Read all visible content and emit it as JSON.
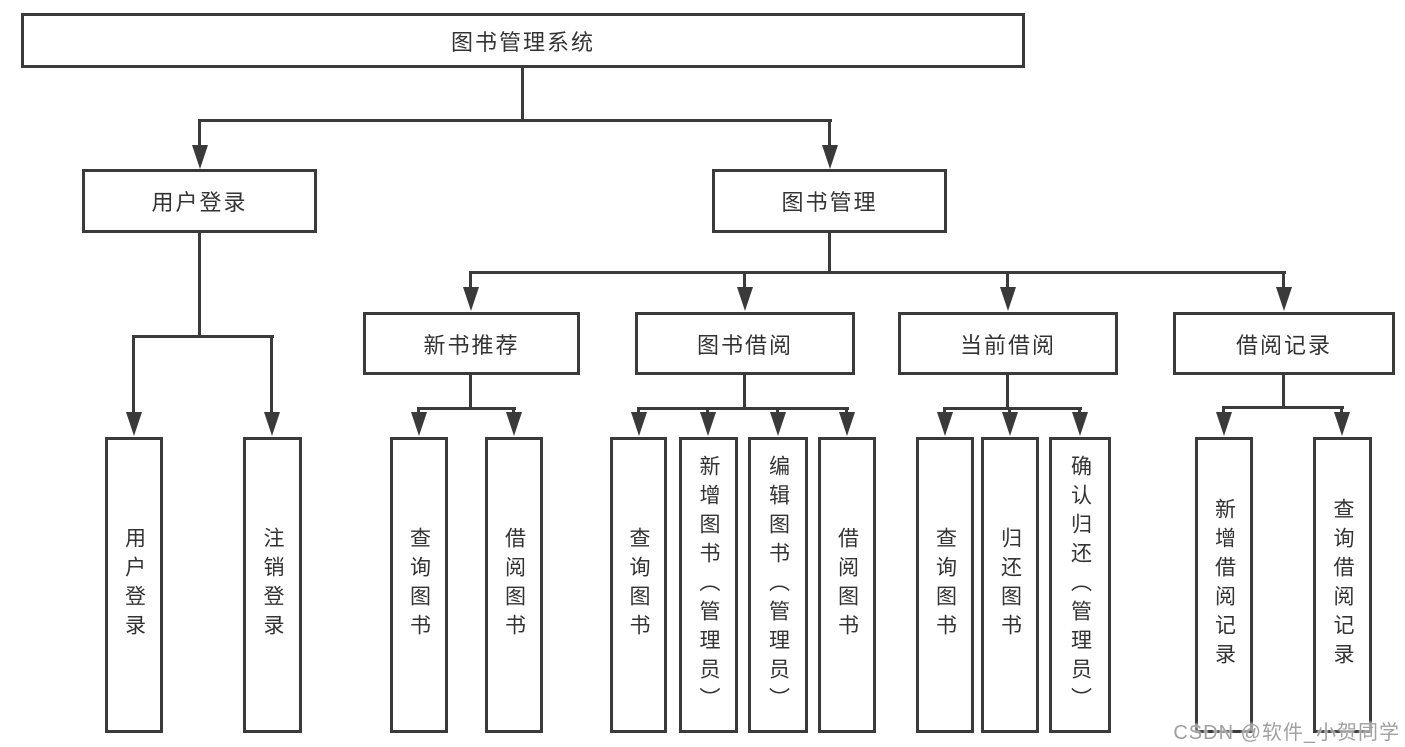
{
  "colors": {
    "line": "#3a3a3a",
    "text": "#333333",
    "box_bg": "#ffffff",
    "watermark": "#a0a0a0",
    "background": "#ffffff"
  },
  "nodes": {
    "root": {
      "label": "图书管理系统"
    },
    "user_login": {
      "label": "用户登录"
    },
    "book_mgmt": {
      "label": "图书管理"
    },
    "new_book_rec": {
      "label": "新书推荐"
    },
    "book_borrow": {
      "label": "图书借阅"
    },
    "current_borrow": {
      "label": "当前借阅"
    },
    "borrow_records": {
      "label": "借阅记录"
    },
    "leaf_user_login": {
      "label": "用户登录"
    },
    "leaf_logout": {
      "label": "注销登录"
    },
    "leaf_query_book_1": {
      "label": "查询图书"
    },
    "leaf_borrow_book_1": {
      "label": "借阅图书"
    },
    "leaf_query_book_2": {
      "label": "查询图书"
    },
    "leaf_add_book": {
      "label": "新增图书（管理员）"
    },
    "leaf_edit_book": {
      "label": "编辑图书（管理员）"
    },
    "leaf_borrow_book_2": {
      "label": "借阅图书"
    },
    "leaf_query_book_3": {
      "label": "查询图书"
    },
    "leaf_return_book": {
      "label": "归还图书"
    },
    "leaf_confirm_return": {
      "label": "确认归还（管理员）"
    },
    "leaf_add_record": {
      "label": "新增借阅记录"
    },
    "leaf_query_record": {
      "label": "查询借阅记录"
    }
  },
  "watermark": {
    "text": "CSDN @软件_小贺同学"
  }
}
